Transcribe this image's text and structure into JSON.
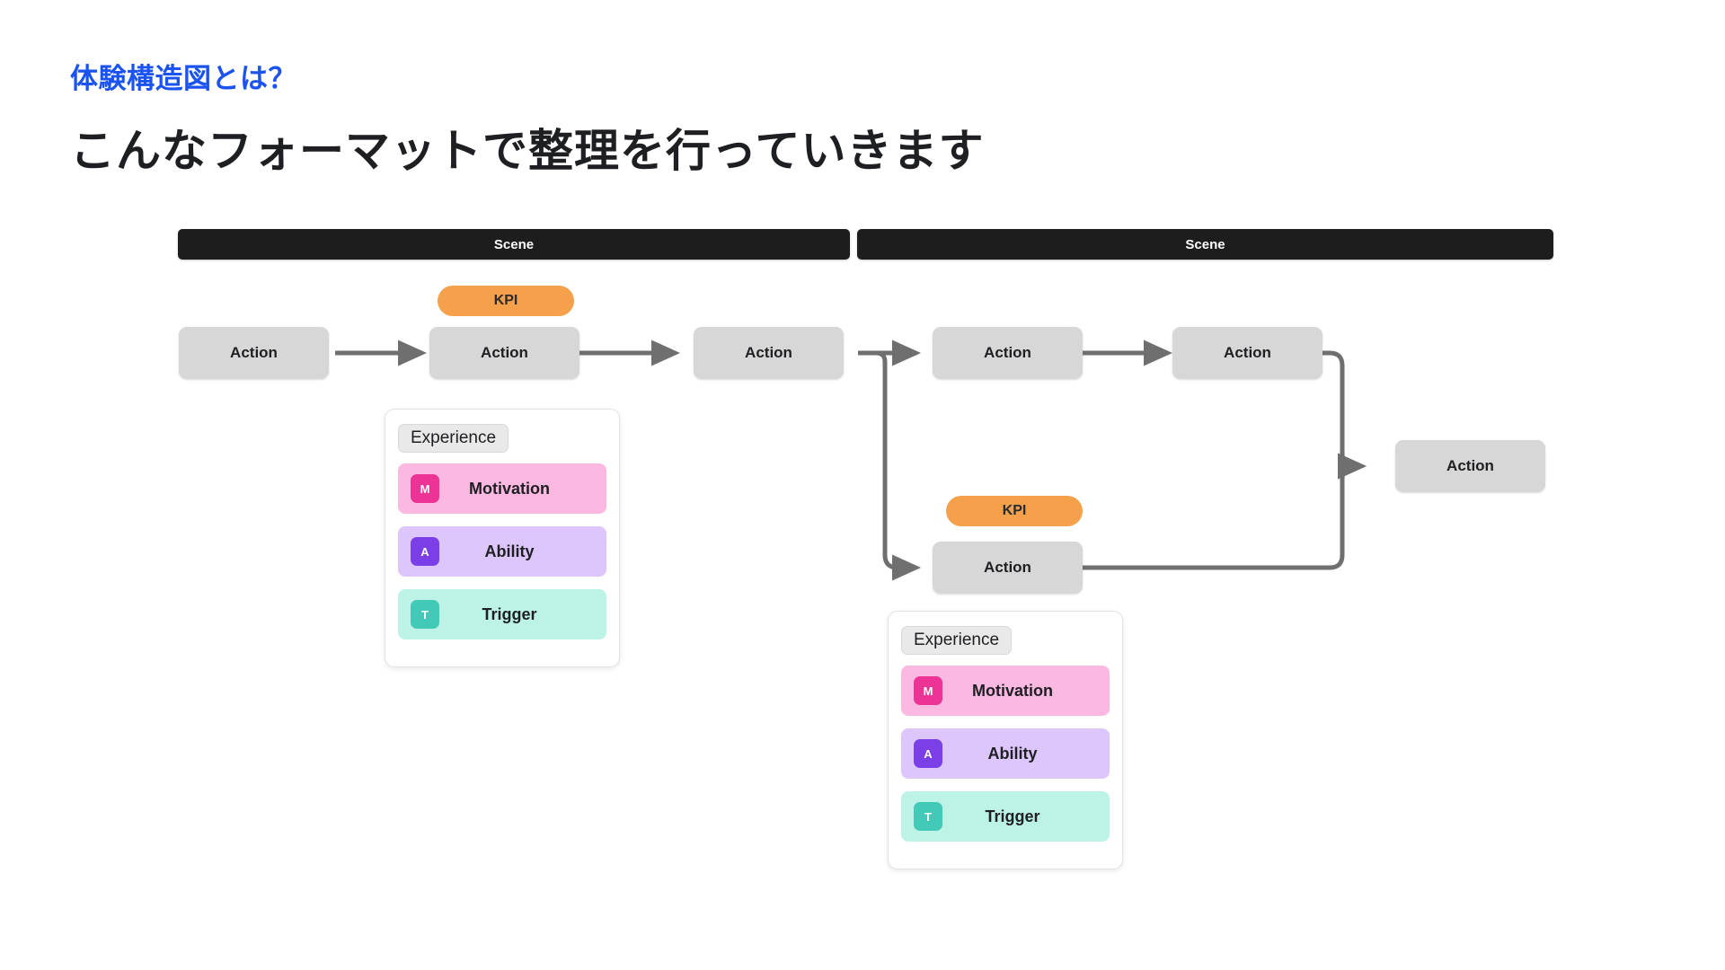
{
  "heading": {
    "kicker": "体験構造図とは？",
    "title": "こんなフォーマットで整理を行っていきます"
  },
  "colors": {
    "kicker_blue": "#1a53f0",
    "title_black": "#1d1f23",
    "scene_bar": "#1d1d1d",
    "action_box": "#d7d7d7",
    "kpi_orange": "#f5a04a",
    "connector_gray": "#6f6f6f",
    "motivation_row": "#fbb8e0",
    "motivation_badge": "#ed3396",
    "ability_row": "#ddc6fb",
    "ability_badge": "#7b3fe8",
    "trigger_row": "#bdf3e7",
    "trigger_badge": "#43c9b8",
    "chip_gray": "#e9e9e9"
  },
  "diagram": {
    "scenes": [
      {
        "label": "Scene"
      },
      {
        "label": "Scene"
      }
    ],
    "actions": [
      {
        "label": "Action"
      },
      {
        "label": "Action"
      },
      {
        "label": "Action"
      },
      {
        "label": "Action"
      },
      {
        "label": "Action"
      },
      {
        "label": "Action"
      },
      {
        "label": "Action"
      }
    ],
    "kpis": [
      {
        "label": "KPI"
      },
      {
        "label": "KPI"
      }
    ],
    "experience_cards": [
      {
        "chip": "Experience",
        "rows": [
          {
            "badge": "M",
            "label": "Motivation"
          },
          {
            "badge": "A",
            "label": "Ability"
          },
          {
            "badge": "T",
            "label": "Trigger"
          }
        ]
      },
      {
        "chip": "Experience",
        "rows": [
          {
            "badge": "M",
            "label": "Motivation"
          },
          {
            "badge": "A",
            "label": "Ability"
          },
          {
            "badge": "T",
            "label": "Trigger"
          }
        ]
      }
    ]
  }
}
